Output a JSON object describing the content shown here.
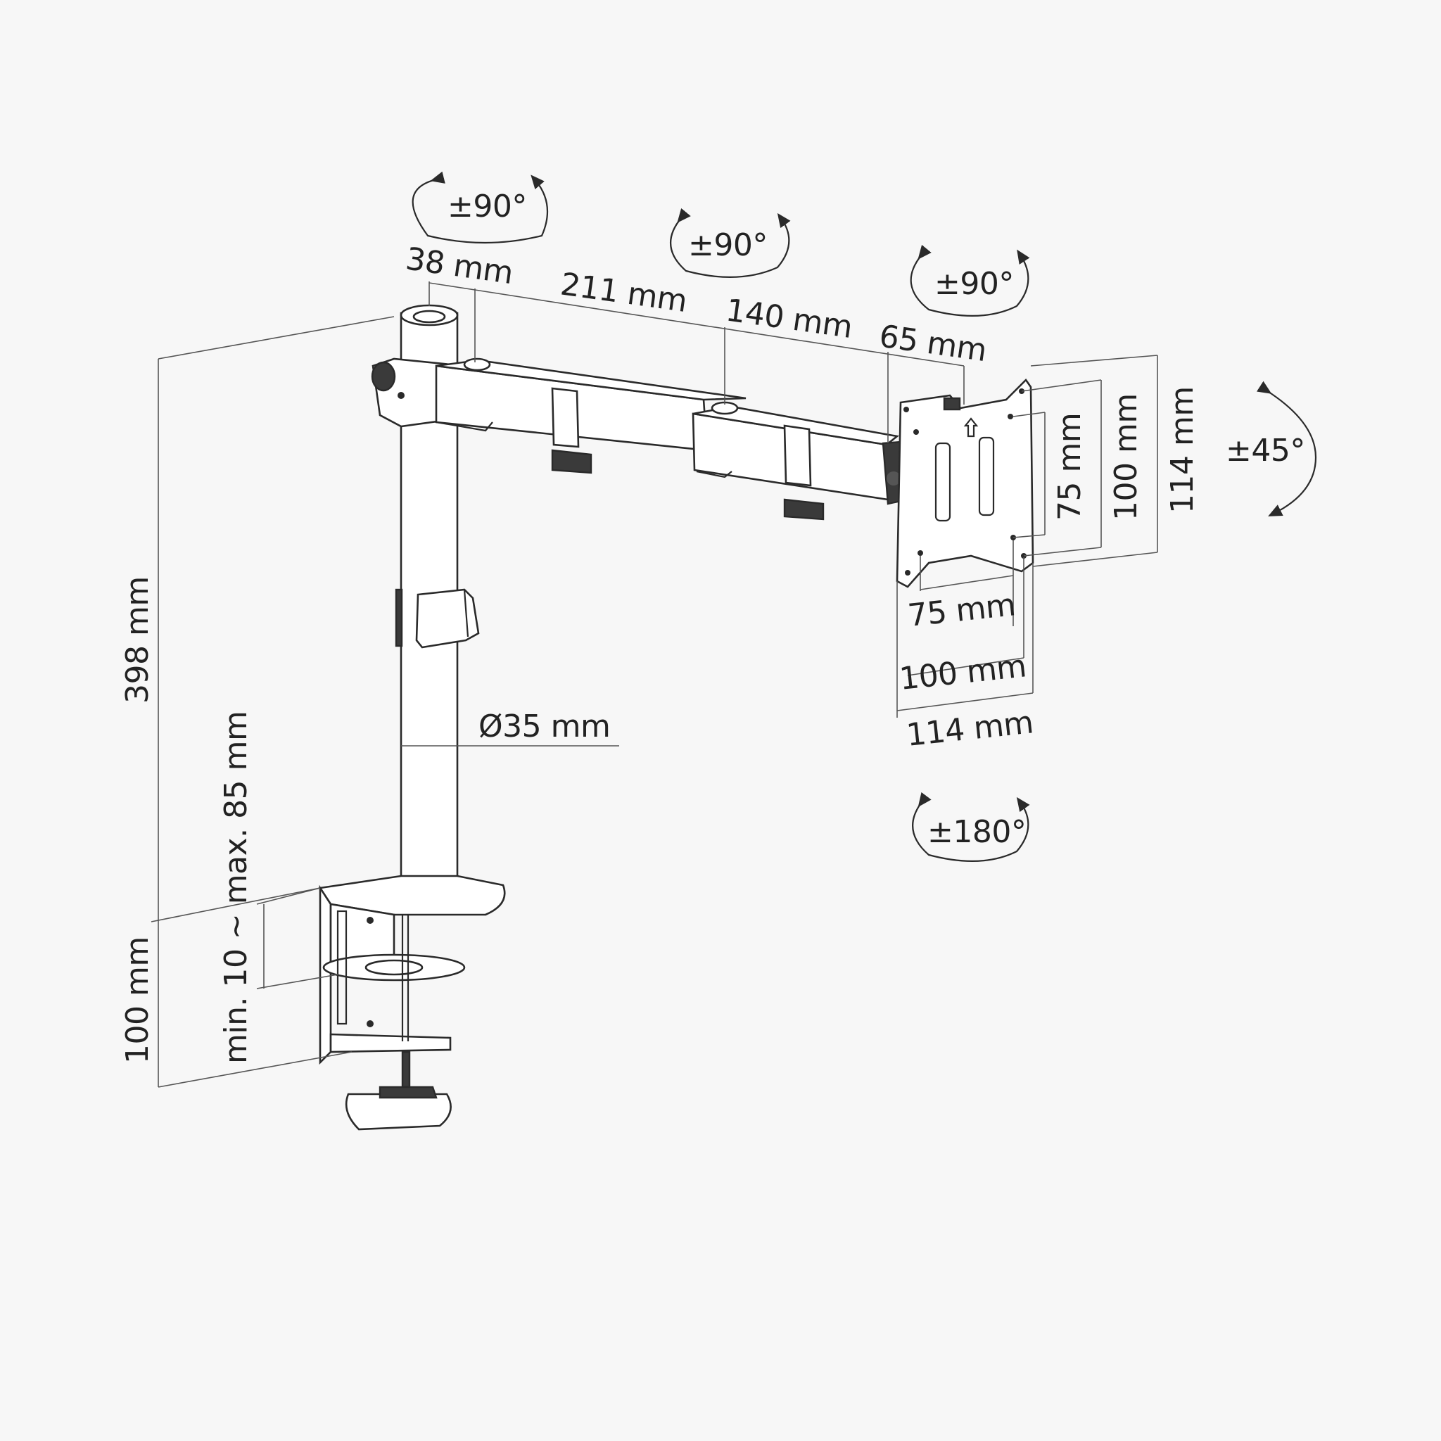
{
  "dimensions": {
    "pole_top_width": "38 mm",
    "arm_first": "211 mm",
    "arm_second": "140 mm",
    "head_offset": "65 mm",
    "pole_height": "398 mm",
    "pole_diameter": "Ø35 mm",
    "clamp_range": "min. 10 ~ max. 85 mm",
    "clamp_height": "100 mm",
    "vesa_h_75": "75 mm",
    "vesa_h_100": "100 mm",
    "vesa_h_114": "114 mm",
    "vesa_v_75": "75 mm",
    "vesa_v_100": "100 mm",
    "vesa_v_114": "114 mm"
  },
  "rotations": {
    "pole": "±90°",
    "elbow": "±90°",
    "head_swivel": "±90°",
    "tilt": "±45°",
    "rotate": "±180°"
  }
}
